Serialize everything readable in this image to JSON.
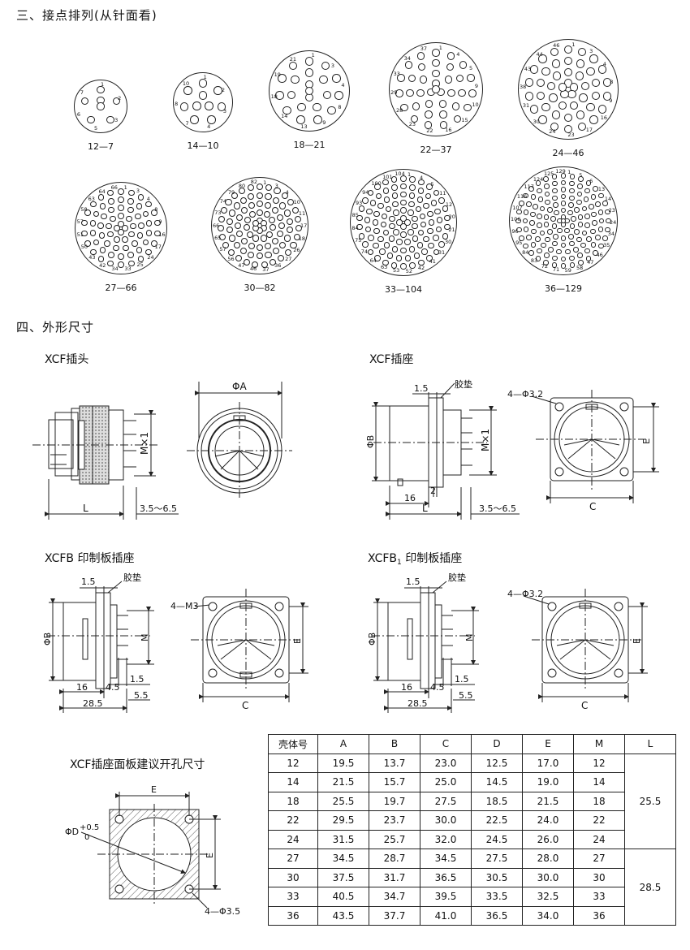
{
  "sections": {
    "pin_arrangement": "三、接点排列(从针面看)",
    "outline_dims": "四、外形尺寸"
  },
  "pin_layouts": [
    {
      "label": "12—7",
      "numbers": [
        "1",
        "2",
        "3",
        "5",
        "6",
        "7"
      ],
      "holes": 7
    },
    {
      "label": "14—10",
      "numbers": [
        "1",
        "2",
        "3",
        "4",
        "7",
        "8",
        "10"
      ],
      "holes": 10
    },
    {
      "label": "18—21",
      "numbers": [
        "1",
        "3",
        "4",
        "8",
        "9",
        "13",
        "14",
        "18",
        "19",
        "21"
      ],
      "holes": 21
    },
    {
      "label": "22—37",
      "numbers": [
        "1",
        "4",
        "5",
        "9",
        "10",
        "15",
        "16",
        "22",
        "23",
        "28",
        "29",
        "33",
        "34",
        "37"
      ],
      "holes": 37
    },
    {
      "label": "24—46",
      "numbers": [
        "1",
        "3",
        "4",
        "8",
        "9",
        "16",
        "17",
        "23",
        "24",
        "30",
        "31",
        "38",
        "43",
        "44",
        "46"
      ],
      "holes": 46
    },
    {
      "label": "27—66",
      "numbers": [
        "1",
        "3",
        "4",
        "8",
        "9",
        "16",
        "17",
        "24",
        "25",
        "33",
        "34",
        "42",
        "43",
        "50",
        "51",
        "57",
        "58",
        "63",
        "64",
        "66"
      ],
      "holes": 66
    },
    {
      "label": "30—82",
      "numbers": [
        "1",
        "3",
        "4",
        "10",
        "11",
        "17",
        "18",
        "26",
        "27",
        "36",
        "37",
        "46",
        "47",
        "56",
        "57",
        "65",
        "66",
        "73",
        "74",
        "79",
        "80",
        "82"
      ],
      "holes": 82
    },
    {
      "label": "33—104",
      "numbers": [
        "1",
        "4",
        "5",
        "11",
        "12",
        "20",
        "21",
        "30",
        "31",
        "41",
        "42",
        "52",
        "53",
        "63",
        "64",
        "74",
        "75",
        "84",
        "85",
        "93",
        "94",
        "100",
        "101",
        "104"
      ],
      "holes": 104
    },
    {
      "label": "36—129",
      "numbers": [
        "1",
        "5",
        "6",
        "13",
        "14",
        "23",
        "24",
        "34",
        "35",
        "46",
        "47",
        "58",
        "59",
        "71",
        "72",
        "83",
        "84",
        "95",
        "96",
        "106",
        "107",
        "116",
        "117",
        "124",
        "125",
        "129"
      ],
      "holes": 129
    }
  ],
  "drawings": {
    "xcf_plug": {
      "title": "XCF插头",
      "dim_mx1": "M×1",
      "dim_l": "L",
      "dim_range": "3.5～6.5",
      "dim_phia": "ΦA"
    },
    "xcf_socket": {
      "title": "XCF插座",
      "dim_15": "1.5",
      "gasket": "胶垫",
      "dim_phib": "ΦB",
      "dim_mx1": "M×1",
      "dim_16": "16",
      "dim_2": "2",
      "dim_l": "L",
      "dim_range": "3.5～6.5",
      "holes": "4—Φ3.2",
      "dim_e": "E",
      "dim_c": "C"
    },
    "xcfb": {
      "title": "XCFB 印制板插座",
      "dim_15": "1.5",
      "gasket": "胶垫",
      "dim_phib": "ΦB",
      "dim_m": "M",
      "dim_16": "16",
      "dim_45": "4.5",
      "dim_15b": "1.5",
      "dim_55": "5.5",
      "dim_285": "28.5",
      "holes": "4—M3",
      "dim_e": "E",
      "dim_c": "C"
    },
    "xcfb1": {
      "title_main": "XCFB",
      "title_sub": "1",
      "title_rest": " 印制板插座",
      "dim_15": "1.5",
      "gasket": "胶垫",
      "dim_phib": "ΦB",
      "dim_m": "M",
      "dim_16": "16",
      "dim_45": "4.5",
      "dim_15b": "1.5",
      "dim_55": "5.5",
      "dim_285": "28.5",
      "holes": "4—Φ3.2",
      "dim_e": "E",
      "dim_c": "C"
    },
    "panel_cutout": {
      "title": "XCF插座面板建议开孔尺寸",
      "dim_e_top": "E",
      "dim_phid": "ΦD",
      "tol_up": "+0.5",
      "tol_down": "0",
      "dim_e_side": "E",
      "holes": "4—Φ3.5"
    }
  },
  "table": {
    "headers": [
      "壳体号",
      "A",
      "B",
      "C",
      "D",
      "E",
      "M",
      "L"
    ],
    "rows": [
      [
        "12",
        "19.5",
        "13.7",
        "23.0",
        "12.5",
        "17.0",
        "12"
      ],
      [
        "14",
        "21.5",
        "15.7",
        "25.0",
        "14.5",
        "19.0",
        "14"
      ],
      [
        "18",
        "25.5",
        "19.7",
        "27.5",
        "18.5",
        "21.5",
        "18"
      ],
      [
        "22",
        "29.5",
        "23.7",
        "30.0",
        "22.5",
        "24.0",
        "22"
      ],
      [
        "24",
        "31.5",
        "25.7",
        "32.0",
        "24.5",
        "26.0",
        "24"
      ],
      [
        "27",
        "34.5",
        "28.7",
        "34.5",
        "27.5",
        "28.0",
        "27"
      ],
      [
        "30",
        "37.5",
        "31.7",
        "36.5",
        "30.5",
        "30.0",
        "30"
      ],
      [
        "33",
        "40.5",
        "34.7",
        "39.5",
        "33.5",
        "32.5",
        "33"
      ],
      [
        "36",
        "43.5",
        "37.7",
        "41.0",
        "36.5",
        "34.0",
        "36"
      ]
    ],
    "l_values": [
      "25.5",
      "28.5"
    ]
  }
}
